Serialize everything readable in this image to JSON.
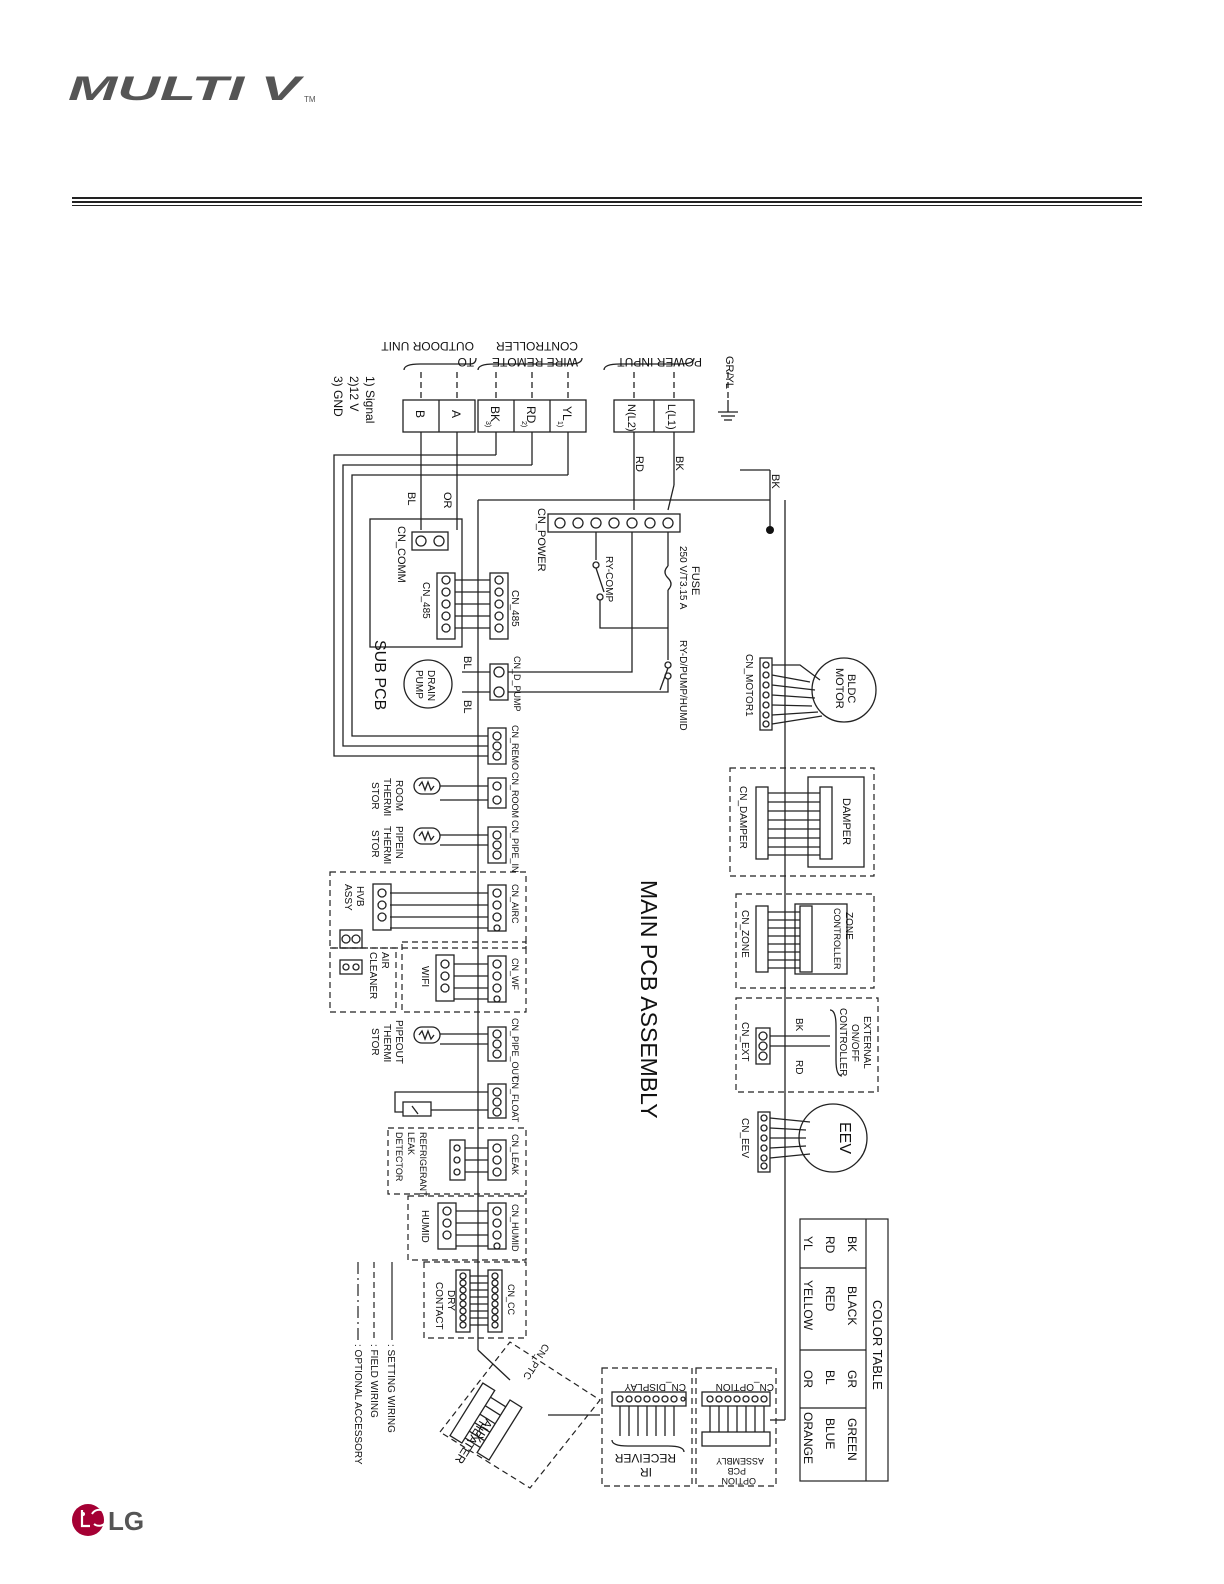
{
  "header": {
    "brand_logo_text": "MULTI V",
    "brand_logo_tm": "TM"
  },
  "diagram": {
    "title": "MAIN PCB ASSEMBLY",
    "sub_pcb": "SUB PCB",
    "terminal_groups": {
      "outdoor_unit": "TO\nOUTDOOR UNIT",
      "outdoor_unit_line1": "TO",
      "outdoor_unit_line2": "OUTDOOR UNIT",
      "wire_remote_line1": "WIRE REMOTE",
      "wire_remote_line2": "CONTROLLER",
      "power_input": "POWER INPUT",
      "ground_label": "GR/YL"
    },
    "terminals": {
      "B": "B",
      "A": "A",
      "BK": "BK",
      "BK_sup": "3)",
      "RD": "RD",
      "RD_sup": "2)",
      "YL": "YL",
      "YL_sup": "1)",
      "NL2": "N(L2)",
      "LL1": "L(L1)"
    },
    "terminal_notes": [
      "1) Signal",
      "2)12 V",
      "3) GND"
    ],
    "wire_labels": {
      "rd": "RD",
      "bk1": "BK",
      "bk2": "BK",
      "bl1": "BL",
      "or": "OR",
      "bl2": "BL",
      "bl3": "BL",
      "bk_ext": "BK",
      "rd_ext": "RD"
    },
    "connectors": {
      "cn_power": "CN_POWER",
      "cn_comm": "CN_COMM",
      "cn_485_sub": "CN_485",
      "cn_485": "CN_485",
      "cn_d_pump": "CN_D_PUMP",
      "cn_remo": "CN_REMO",
      "cn_room": "CN_ROOM",
      "cn_pipe_in": "CN_PIPE_IN",
      "cn_airc": "CN_AIRC",
      "cn_wf": "CN_WF",
      "cn_pipe_out": "CN_PIPE_OUT",
      "cn_float": "CN_FLOAT",
      "cn_leak": "CN_LEAK",
      "cn_humid": "CN_HUMID",
      "cn_cc": "CN_CC",
      "cn_ptc": "CN_PTC",
      "cn_display": "CN_DISPLAY",
      "cn_option": "CN_OPTION",
      "cn_motor1": "CN_MOTOR1",
      "cn_damper": "CN_DAMPER",
      "cn_zone": "CN_ZONE",
      "cn_ext": "CN_EXT",
      "cn_eev": "CN_EEV"
    },
    "components": {
      "fuse_line1": "FUSE",
      "fuse_line2": "250 V/T3.15 A",
      "ry_comp": "RY-COMP",
      "ry_d_pump": "RY-D/PUMP/HUMID",
      "drain_pump_1": "DRAIN",
      "drain_pump_2": "PUMP",
      "room_th_1": "ROOM",
      "room_th_2": "THERMI",
      "room_th_3": "STOR",
      "pipein_th_1": "PIPEIN",
      "pipein_th_2": "THERMI",
      "pipein_th_3": "STOR",
      "hvb_1": "HVB",
      "hvb_2": "ASSY",
      "air_cleaner_1": "AIR",
      "air_cleaner_2": "CLEANER",
      "wifi": "WIFI",
      "pipeout_th_1": "PIPEOUT",
      "pipeout_th_2": "THERMI",
      "pipeout_th_3": "STOR",
      "leak_1": "REFRIGERANT",
      "leak_2": "LEAK",
      "leak_3": "DETECTOR",
      "humid": "HUMID",
      "dry_contact_1": "DRY",
      "dry_contact_2": "CONTACT",
      "aux_heater_1": "AUX",
      "aux_heater_2": "HEATER",
      "ir_1": "IR",
      "ir_2": "RECEIVER",
      "option_1": "OPTION",
      "option_2": "PCB",
      "option_3": "ASSEMBLY",
      "bldc_1": "BLDC",
      "bldc_2": "MOTOR",
      "damper": "DAMPER",
      "zone_1": "ZONE",
      "zone_2": "CONTROLLER",
      "ext_1": "EXTERNAL",
      "ext_2": "ON/OFF",
      "ext_3": "CONTROLLER",
      "eev": "EEV"
    },
    "legend": {
      "setting": ": SETTING WIRING",
      "field": ": FIELD WIRING",
      "optional": ": OPTIONAL ACCESSORY"
    },
    "color_table": {
      "title": "COLOR TABLE",
      "rows": [
        [
          "BK",
          "BLACK",
          "GR",
          "GREEN"
        ],
        [
          "RD",
          "RED",
          "BL",
          "BLUE"
        ],
        [
          "YL",
          "YELLOW",
          "OR",
          "ORANGE"
        ]
      ]
    }
  },
  "footer": {
    "lg_logo_text": "LG"
  }
}
